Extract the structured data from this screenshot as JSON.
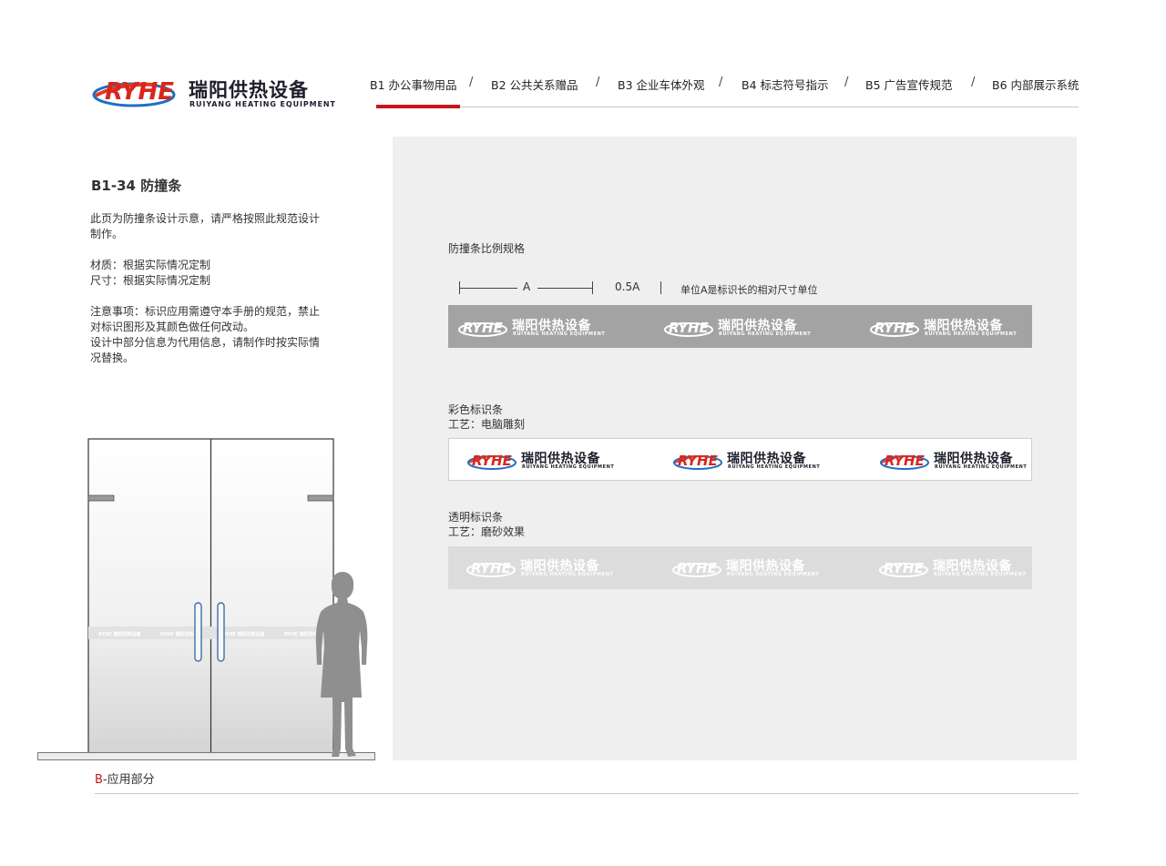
{
  "brand": {
    "mark": "RYHE",
    "name_cn": "瑞阳供热设备",
    "name_en": "RUIYANG HEATING EQUIPMENT",
    "colors": {
      "red": "#c8161d",
      "blue": "#1f6fc0",
      "dark": "#1d1d2b"
    }
  },
  "nav": {
    "items": [
      "B1 办公事物用品",
      "B2 公共关系赠品",
      "B3 企业车体外观",
      "B4 标志符号指示",
      "B5 广告宣传规范",
      "B6 内部展示系统"
    ],
    "separator": "/",
    "active_index": 0
  },
  "page": {
    "title": "B1-34  防撞条",
    "desc": "此页为防撞条设计示意，请严格按照此规范设计制作。",
    "material": "材质：根据实际情况定制",
    "size": "尺寸：根据实际情况定制",
    "note1": "注意事项：标识应用需遵守本手册的规范，禁止对标识图形及其颜色做任何改动。",
    "note2": "设计中部分信息为代用信息，请制作时按实际情况替换。"
  },
  "panel": {
    "ratio_title": "防撞条比例规格",
    "measure_a": "A",
    "measure_half": "0.5A",
    "measure_note": "单位A是标识长的相对尺寸单位",
    "color_title": "彩色标识条",
    "color_craft": "工艺：电脑雕刻",
    "clear_title": "透明标识条",
    "clear_craft": "工艺：磨砂效果"
  },
  "footer": {
    "section_letter": "B",
    "section_name": "-应用部分"
  }
}
